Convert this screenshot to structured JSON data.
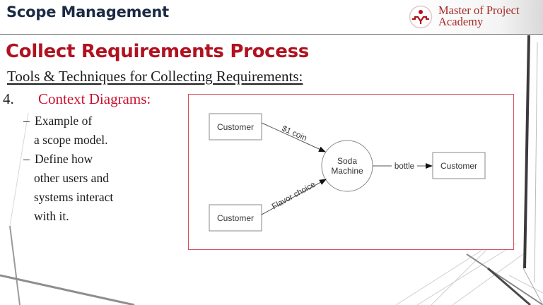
{
  "header": {
    "section_title": "Scope Management",
    "logo": {
      "icon": "academy-logo-icon",
      "line1": "Master of Project",
      "line2": "Academy",
      "color": "#a52a2a"
    }
  },
  "slide": {
    "title": "Collect Requirements Process",
    "subtitle": "Tools & Techniques for Collecting Requirements:",
    "item": {
      "number": "4.",
      "heading": "Context Diagrams:"
    },
    "bullets": [
      {
        "dash": "–",
        "line1": "Example of",
        "line2": "a scope model."
      },
      {
        "dash": "–",
        "line1": "Define how",
        "line2": "other users and",
        "line3": "systems interact",
        "line4": "with it."
      }
    ]
  },
  "diagram": {
    "nodes": {
      "customer_top": "Customer",
      "customer_bottom": "Customer",
      "customer_right": "Customer",
      "center_line1": "Soda",
      "center_line2": "Machine"
    },
    "edges": {
      "coin": "$1 coin",
      "flavor": "Flavor choice",
      "bottle": "bottle"
    },
    "frame_color": "#d9505a"
  },
  "colors": {
    "title_red": "#b0121f",
    "heading_red": "#c8102e",
    "navy": "#1b2a44"
  }
}
